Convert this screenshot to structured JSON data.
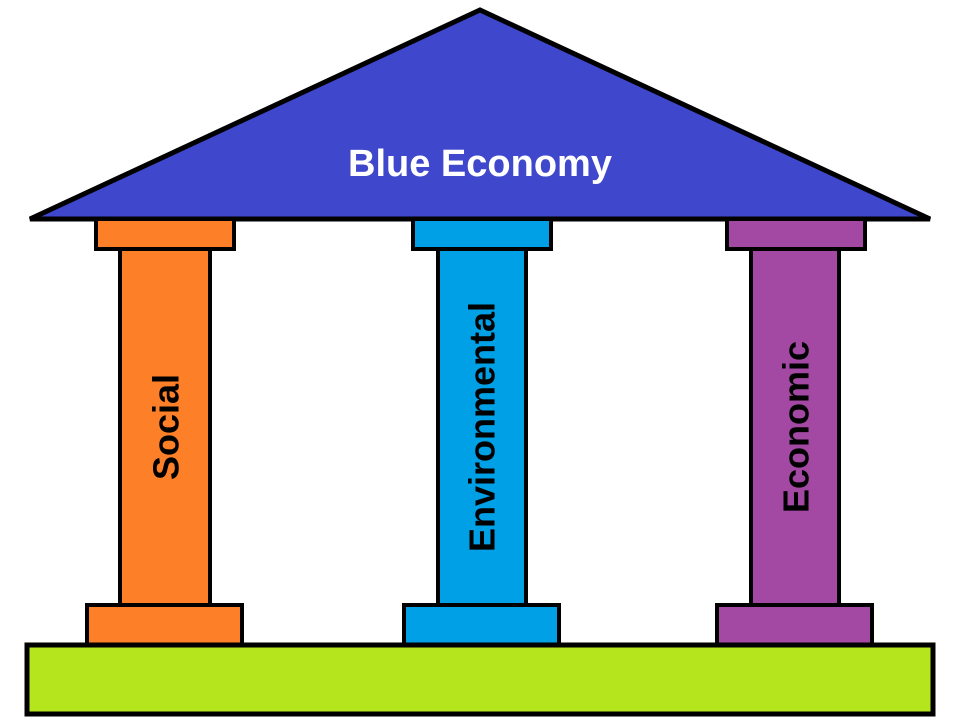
{
  "roof": {
    "title": "Blue Economy",
    "color": "#3f48cc"
  },
  "pillars": [
    {
      "label": "Social",
      "color": "#fd7f27"
    },
    {
      "label": "Environmental",
      "color": "#00a0e6"
    },
    {
      "label": "Economic",
      "color": "#a349a4"
    }
  ],
  "foundation": {
    "color": "#b5e61d"
  },
  "outline_color": "#000000"
}
